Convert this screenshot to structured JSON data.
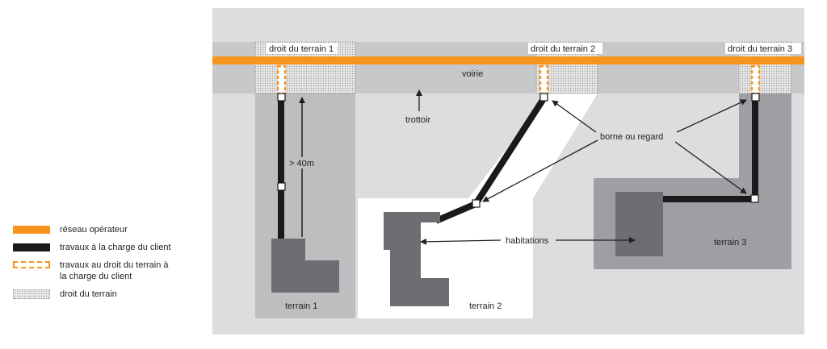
{
  "labels": {
    "droit1": "droit du terrain 1",
    "droit2": "droit du terrain 2",
    "droit3": "droit du terrain 3",
    "voirie": "voirie",
    "trottoir": "trottoir",
    "distance": "> 40m",
    "borne": "borne ou regard",
    "habitations": "habitations",
    "terrain1": "terrain 1",
    "terrain2": "terrain 2",
    "terrain3": "terrain 3"
  },
  "legend": {
    "reseau": "réseau opérateur",
    "travaux_client": "travaux à la charge du client",
    "travaux_droit_line1": "travaux au droit du terrain à",
    "travaux_droit_line2": "la charge du client",
    "droit_terrain": "droit du terrain"
  },
  "colors": {
    "operator_network": "#f7941d",
    "client_works": "#1a1a1a",
    "street": "#c7c8ca",
    "sidewalk": "#dcddde",
    "house": "#6d6e71"
  }
}
